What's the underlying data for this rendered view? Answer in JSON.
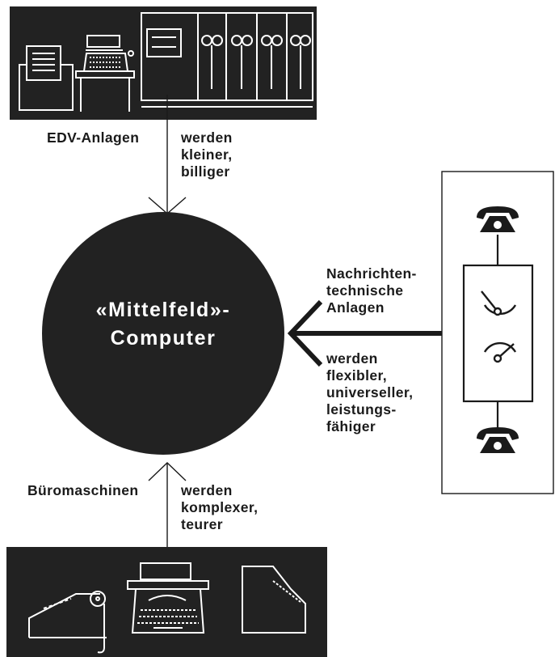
{
  "center": {
    "line1": "«Mittelfeld»-",
    "line2": "Computer"
  },
  "top": {
    "source": "EDV-Anlagen",
    "trend": [
      "werden",
      "kleiner,",
      "billiger"
    ]
  },
  "bottom": {
    "source": "Büromaschinen",
    "trend": [
      "werden",
      "komplexer,",
      "teurer"
    ]
  },
  "right": {
    "source": [
      "Nachrichten-",
      "technische",
      "Anlagen"
    ],
    "trend": [
      "werden",
      "flexibler,",
      "universeller,",
      "leistungs-",
      "fähiger"
    ]
  },
  "colors": {
    "ink": "#1a1a1a",
    "panel": "#222222",
    "paper": "#ffffff"
  }
}
